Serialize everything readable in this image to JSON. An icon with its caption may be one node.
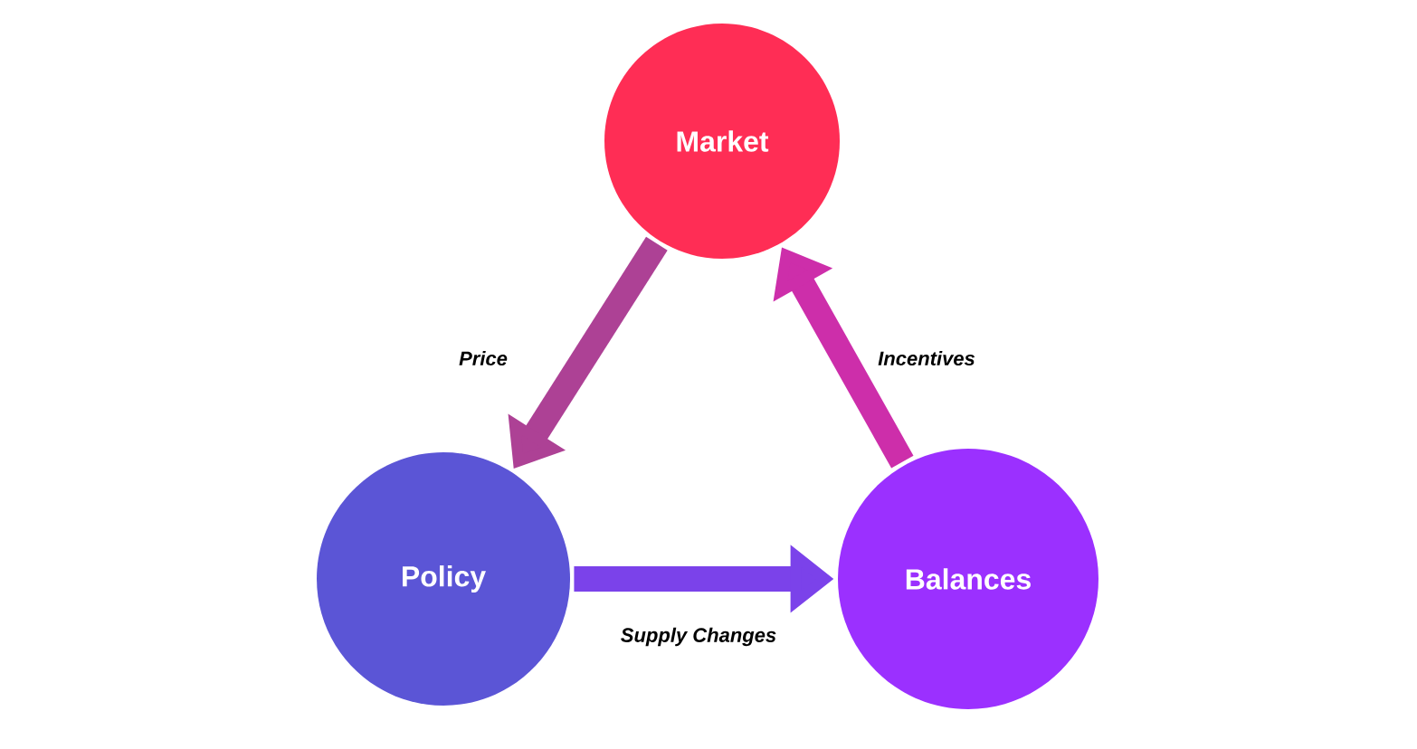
{
  "diagram": {
    "nodes": [
      {
        "text": [
          "Market"
        ]
      },
      {
        "text": [
          "Policy"
        ]
      },
      {
        "text": [
          "Balances"
        ]
      }
    ],
    "edges": [
      {
        "from": 0,
        "to": 1,
        "arrow": "to",
        "label": "Price"
      },
      {
        "from": 2,
        "to": 0,
        "arrow": "to",
        "label": "Incentives"
      },
      {
        "from": 1,
        "to": 2,
        "arrow": "to",
        "label": "Supply Changes"
      }
    ]
  }
}
